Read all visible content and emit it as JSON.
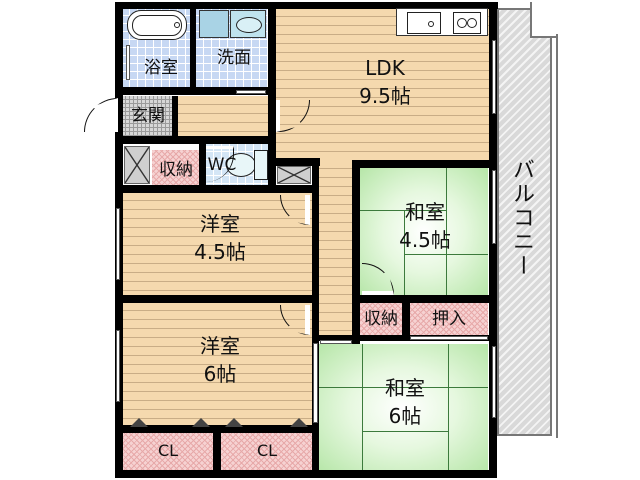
{
  "floor_plan": {
    "rooms": {
      "ldk": {
        "name": "LDK",
        "size": "9.5帖"
      },
      "bath": {
        "name": "浴室"
      },
      "washroom": {
        "name": "洗面"
      },
      "entrance": {
        "name": "玄関"
      },
      "storage_entrance": {
        "name": "収納"
      },
      "wc": {
        "name": "WC"
      },
      "western_1": {
        "name": "洋室",
        "size": "4.5帖"
      },
      "western_2": {
        "name": "洋室",
        "size": "6帖"
      },
      "japanese_1": {
        "name": "和室",
        "size": "4.5帖"
      },
      "japanese_2": {
        "name": "和室",
        "size": "6帖"
      },
      "storage_japanese": {
        "name": "収納"
      },
      "oshiire": {
        "name": "押入"
      },
      "closet_1": {
        "name": "CL"
      },
      "closet_2": {
        "name": "CL"
      },
      "balcony": {
        "name": "バルコニー"
      }
    },
    "colors": {
      "wood_floor": "#f5d9ae",
      "tile_floor": "#c7d8f3",
      "tatami": "#c8eebb",
      "storage": "#f6d2d2",
      "balcony": "#d9d9d9",
      "wall": "#000000"
    }
  }
}
